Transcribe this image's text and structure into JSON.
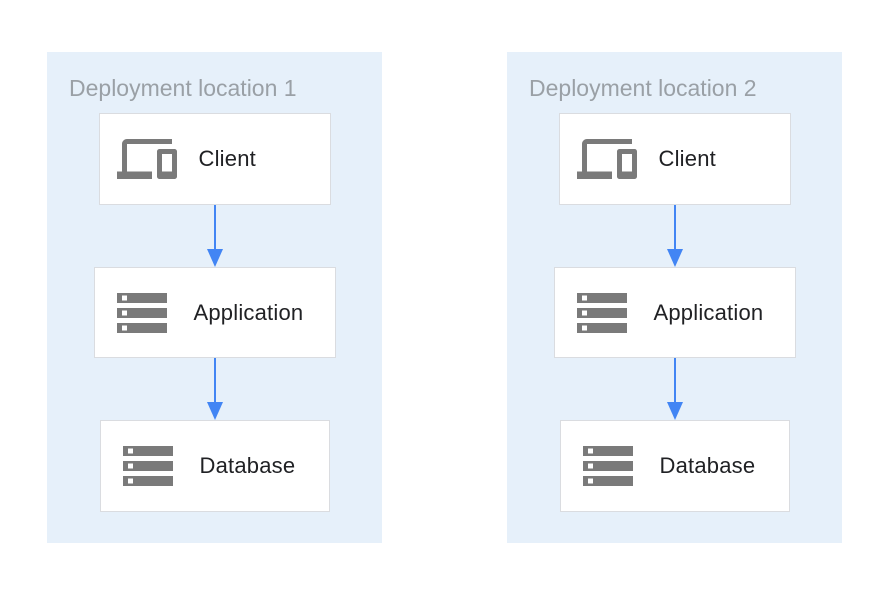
{
  "panels": [
    {
      "title": "Deployment location 1",
      "nodes": [
        {
          "label": "Client",
          "icon": "devices-icon"
        },
        {
          "label": "Application",
          "icon": "storage-icon"
        },
        {
          "label": "Database",
          "icon": "storage-icon"
        }
      ],
      "edges": [
        {
          "from": "Client",
          "to": "Application",
          "icon": "arrow-down-icon"
        },
        {
          "from": "Application",
          "to": "Database",
          "icon": "arrow-down-icon"
        }
      ]
    },
    {
      "title": "Deployment location 2",
      "nodes": [
        {
          "label": "Client",
          "icon": "devices-icon"
        },
        {
          "label": "Application",
          "icon": "storage-icon"
        },
        {
          "label": "Database",
          "icon": "storage-icon"
        }
      ],
      "edges": [
        {
          "from": "Client",
          "to": "Application",
          "icon": "arrow-down-icon"
        },
        {
          "from": "Application",
          "to": "Database",
          "icon": "arrow-down-icon"
        }
      ]
    }
  ],
  "colors": {
    "panel_background": "#E6F0FA",
    "box_background": "#FFFFFF",
    "box_border": "#DADCE0",
    "title_text": "#9AA0A6",
    "label_text": "#202124",
    "icon_gray": "#7A7A7A",
    "arrow_blue": "#4285F4"
  }
}
